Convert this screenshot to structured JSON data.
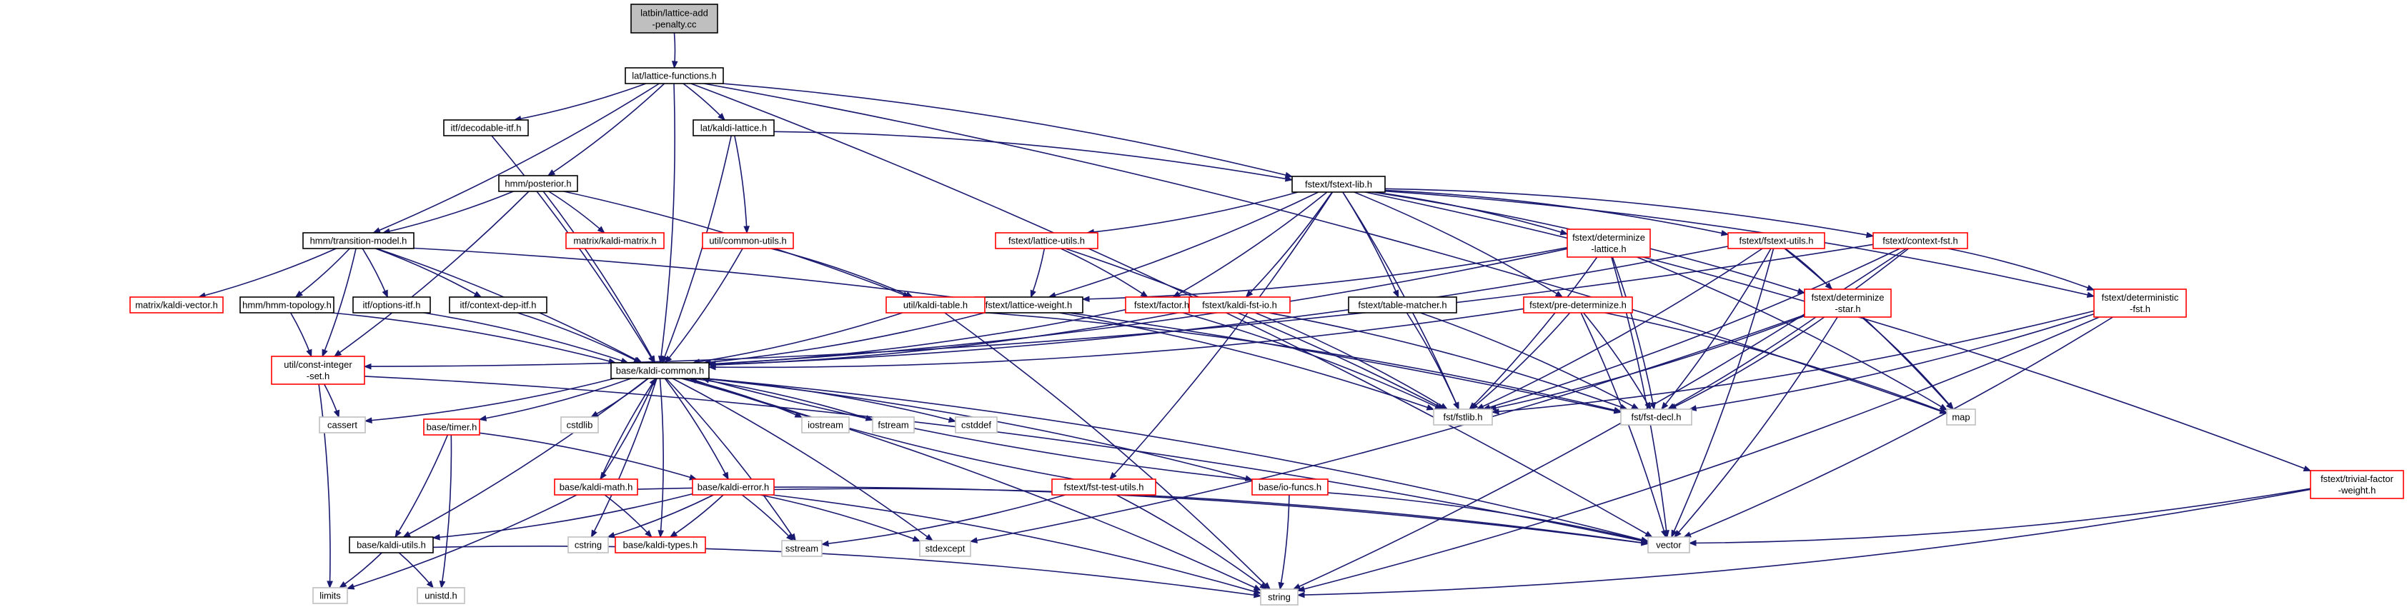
{
  "graph": {
    "colors": {
      "edge": "#191970",
      "root_fill": "#bfbfbf",
      "root_stroke": "#000000",
      "normal_stroke": "#000000",
      "truncated_stroke": "#ff0000",
      "system_stroke": "#bfbfbf",
      "node_fill": "#ffffff"
    },
    "nodes": [
      {
        "id": "root",
        "lines": [
          "latbin/lattice-add",
          "-penalty.cc"
        ],
        "kind": "root"
      },
      {
        "id": "lf",
        "lines": [
          "lat/lattice-functions.h"
        ],
        "kind": "normal"
      },
      {
        "id": "decitf",
        "lines": [
          "itf/decodable-itf.h"
        ],
        "kind": "normal"
      },
      {
        "id": "kaldilattice",
        "lines": [
          "lat/kaldi-lattice.h"
        ],
        "kind": "normal"
      },
      {
        "id": "fstextlib",
        "lines": [
          "fstext/fstext-lib.h"
        ],
        "kind": "normal"
      },
      {
        "id": "posterior",
        "lines": [
          "hmm/posterior.h"
        ],
        "kind": "normal"
      },
      {
        "id": "kmatrix",
        "lines": [
          "matrix/kaldi-matrix.h"
        ],
        "kind": "truncated"
      },
      {
        "id": "commonutils",
        "lines": [
          "util/common-utils.h"
        ],
        "kind": "truncated"
      },
      {
        "id": "transmodel",
        "lines": [
          "hmm/transition-model.h"
        ],
        "kind": "normal"
      },
      {
        "id": "latutils",
        "lines": [
          "fstext/lattice-utils.h"
        ],
        "kind": "truncated"
      },
      {
        "id": "detlattice",
        "lines": [
          "fstext/determinize",
          "-lattice.h"
        ],
        "kind": "truncated"
      },
      {
        "id": "fstextutils",
        "lines": [
          "fstext/fstext-utils.h"
        ],
        "kind": "truncated"
      },
      {
        "id": "contextfst",
        "lines": [
          "fstext/context-fst.h"
        ],
        "kind": "truncated"
      },
      {
        "id": "kvector",
        "lines": [
          "matrix/kaldi-vector.h"
        ],
        "kind": "truncated"
      },
      {
        "id": "topology",
        "lines": [
          "hmm/hmm-topology.h"
        ],
        "kind": "normal"
      },
      {
        "id": "optionsitf",
        "lines": [
          "itf/options-itf.h"
        ],
        "kind": "normal"
      },
      {
        "id": "ctxdepitf",
        "lines": [
          "itf/context-dep-itf.h"
        ],
        "kind": "normal"
      },
      {
        "id": "latweight",
        "lines": [
          "fstext/lattice-weight.h"
        ],
        "kind": "normal"
      },
      {
        "id": "kalditable",
        "lines": [
          "util/kaldi-table.h"
        ],
        "kind": "truncated"
      },
      {
        "id": "factor",
        "lines": [
          "fstext/factor.h"
        ],
        "kind": "truncated"
      },
      {
        "id": "fstio",
        "lines": [
          "fstext/kaldi-fst-io.h"
        ],
        "kind": "truncated"
      },
      {
        "id": "tablematcher",
        "lines": [
          "fstext/table-matcher.h"
        ],
        "kind": "normal"
      },
      {
        "id": "predet",
        "lines": [
          "fstext/pre-determinize.h"
        ],
        "kind": "truncated"
      },
      {
        "id": "detstar",
        "lines": [
          "fstext/determinize",
          "-star.h"
        ],
        "kind": "truncated"
      },
      {
        "id": "deterministic",
        "lines": [
          "fstext/deterministic",
          "-fst.h"
        ],
        "kind": "truncated"
      },
      {
        "id": "constint",
        "lines": [
          "util/const-integer",
          "-set.h"
        ],
        "kind": "truncated"
      },
      {
        "id": "kcommon",
        "lines": [
          "base/kaldi-common.h"
        ],
        "kind": "normal"
      },
      {
        "id": "fstlib",
        "lines": [
          "fst/fstlib.h"
        ],
        "kind": "system"
      },
      {
        "id": "fstdecl",
        "lines": [
          "fst/fst-decl.h"
        ],
        "kind": "system"
      },
      {
        "id": "map",
        "lines": [
          "map"
        ],
        "kind": "system"
      },
      {
        "id": "cassert",
        "lines": [
          "cassert"
        ],
        "kind": "system"
      },
      {
        "id": "cstdlib",
        "lines": [
          "cstdlib"
        ],
        "kind": "system"
      },
      {
        "id": "timer",
        "lines": [
          "base/timer.h"
        ],
        "kind": "truncated"
      },
      {
        "id": "iostream",
        "lines": [
          "iostream"
        ],
        "kind": "system"
      },
      {
        "id": "fstream",
        "lines": [
          "fstream"
        ],
        "kind": "system"
      },
      {
        "id": "cstddef",
        "lines": [
          "cstddef"
        ],
        "kind": "system"
      },
      {
        "id": "kmath",
        "lines": [
          "base/kaldi-math.h"
        ],
        "kind": "truncated"
      },
      {
        "id": "kerror",
        "lines": [
          "base/kaldi-error.h"
        ],
        "kind": "truncated"
      },
      {
        "id": "fsttest",
        "lines": [
          "fstext/fst-test-utils.h"
        ],
        "kind": "truncated"
      },
      {
        "id": "iofuncs",
        "lines": [
          "base/io-funcs.h"
        ],
        "kind": "truncated"
      },
      {
        "id": "trivial",
        "lines": [
          "fstext/trivial-factor",
          "-weight.h"
        ],
        "kind": "truncated"
      },
      {
        "id": "kutils",
        "lines": [
          "base/kaldi-utils.h"
        ],
        "kind": "normal"
      },
      {
        "id": "cstring",
        "lines": [
          "cstring"
        ],
        "kind": "system"
      },
      {
        "id": "ktypes",
        "lines": [
          "base/kaldi-types.h"
        ],
        "kind": "truncated"
      },
      {
        "id": "sstream",
        "lines": [
          "sstream"
        ],
        "kind": "system"
      },
      {
        "id": "stdexcept",
        "lines": [
          "stdexcept"
        ],
        "kind": "system"
      },
      {
        "id": "vector",
        "lines": [
          "vector"
        ],
        "kind": "system"
      },
      {
        "id": "limits",
        "lines": [
          "limits"
        ],
        "kind": "system"
      },
      {
        "id": "unistd",
        "lines": [
          "unistd.h"
        ],
        "kind": "system"
      },
      {
        "id": "string",
        "lines": [
          "string"
        ],
        "kind": "system"
      }
    ],
    "edges": [
      [
        "root",
        "lf"
      ],
      [
        "lf",
        "decitf"
      ],
      [
        "lf",
        "kaldilattice"
      ],
      [
        "lf",
        "fstextlib"
      ],
      [
        "lf",
        "posterior"
      ],
      [
        "lf",
        "transmodel"
      ],
      [
        "lf",
        "kcommon"
      ],
      [
        "lf",
        "map"
      ],
      [
        "lf",
        "vector"
      ],
      [
        "decitf",
        "kcommon"
      ],
      [
        "kaldilattice",
        "fstextlib"
      ],
      [
        "kaldilattice",
        "commonutils"
      ],
      [
        "kaldilattice",
        "kcommon"
      ],
      [
        "posterior",
        "kmatrix"
      ],
      [
        "posterior",
        "transmodel"
      ],
      [
        "posterior",
        "kalditable"
      ],
      [
        "posterior",
        "constint"
      ],
      [
        "posterior",
        "kcommon"
      ],
      [
        "commonutils",
        "kalditable"
      ],
      [
        "commonutils",
        "kcommon"
      ],
      [
        "transmodel",
        "kvector"
      ],
      [
        "transmodel",
        "topology"
      ],
      [
        "transmodel",
        "optionsitf"
      ],
      [
        "transmodel",
        "ctxdepitf"
      ],
      [
        "transmodel",
        "constint"
      ],
      [
        "transmodel",
        "fstdecl"
      ],
      [
        "transmodel",
        "kcommon"
      ],
      [
        "topology",
        "constint"
      ],
      [
        "topology",
        "kcommon"
      ],
      [
        "optionsitf",
        "kcommon"
      ],
      [
        "ctxdepitf",
        "kcommon"
      ],
      [
        "fstextlib",
        "latutils"
      ],
      [
        "fstextlib",
        "detlattice"
      ],
      [
        "fstextlib",
        "fstextutils"
      ],
      [
        "fstextlib",
        "contextfst"
      ],
      [
        "fstextlib",
        "latweight"
      ],
      [
        "fstextlib",
        "factor"
      ],
      [
        "fstextlib",
        "fstio"
      ],
      [
        "fstextlib",
        "tablematcher"
      ],
      [
        "fstextlib",
        "predet"
      ],
      [
        "fstextlib",
        "detstar"
      ],
      [
        "fstextlib",
        "deterministic"
      ],
      [
        "fstextlib",
        "trivial"
      ],
      [
        "fstextlib",
        "fstlib"
      ],
      [
        "fstextlib",
        "fsttest"
      ],
      [
        "latutils",
        "latweight"
      ],
      [
        "latutils",
        "factor"
      ],
      [
        "latutils",
        "fstlib"
      ],
      [
        "detlattice",
        "latweight"
      ],
      [
        "detlattice",
        "fstlib"
      ],
      [
        "detlattice",
        "fstdecl"
      ],
      [
        "detlattice",
        "kcommon"
      ],
      [
        "detlattice",
        "vector"
      ],
      [
        "detlattice",
        "map"
      ],
      [
        "fstextutils",
        "detstar"
      ],
      [
        "fstextutils",
        "fstlib"
      ],
      [
        "fstextutils",
        "fstdecl"
      ],
      [
        "fstextutils",
        "vector"
      ],
      [
        "fstextutils",
        "map"
      ],
      [
        "fstextutils",
        "kcommon"
      ],
      [
        "contextfst",
        "deterministic"
      ],
      [
        "contextfst",
        "fstlib"
      ],
      [
        "contextfst",
        "fstdecl"
      ],
      [
        "contextfst",
        "constint"
      ],
      [
        "contextfst",
        "string"
      ],
      [
        "latweight",
        "kcommon"
      ],
      [
        "latweight",
        "fstlib"
      ],
      [
        "kalditable",
        "kcommon"
      ],
      [
        "kalditable",
        "fstdecl"
      ],
      [
        "kalditable",
        "string"
      ],
      [
        "factor",
        "fstlib"
      ],
      [
        "factor",
        "kcommon"
      ],
      [
        "fstio",
        "fstlib"
      ],
      [
        "fstio",
        "fstdecl"
      ],
      [
        "fstio",
        "kcommon"
      ],
      [
        "tablematcher",
        "fstlib"
      ],
      [
        "tablematcher",
        "fstdecl"
      ],
      [
        "predet",
        "fstlib"
      ],
      [
        "predet",
        "fstdecl"
      ],
      [
        "predet",
        "map"
      ],
      [
        "predet",
        "vector"
      ],
      [
        "predet",
        "kcommon"
      ],
      [
        "detstar",
        "fstlib"
      ],
      [
        "detstar",
        "fstdecl"
      ],
      [
        "detstar",
        "map"
      ],
      [
        "detstar",
        "vector"
      ],
      [
        "detstar",
        "stdexcept"
      ],
      [
        "deterministic",
        "fstlib"
      ],
      [
        "deterministic",
        "fstdecl"
      ],
      [
        "deterministic",
        "vector"
      ],
      [
        "deterministic",
        "string"
      ],
      [
        "trivial",
        "vector"
      ],
      [
        "trivial",
        "string"
      ],
      [
        "constint",
        "cassert"
      ],
      [
        "constint",
        "limits"
      ],
      [
        "constint",
        "vector"
      ],
      [
        "kcommon",
        "cassert"
      ],
      [
        "kcommon",
        "cstdlib"
      ],
      [
        "kcommon",
        "timer"
      ],
      [
        "kcommon",
        "iostream"
      ],
      [
        "kcommon",
        "fstream"
      ],
      [
        "kcommon",
        "cstddef"
      ],
      [
        "kcommon",
        "kmath"
      ],
      [
        "kcommon",
        "kerror"
      ],
      [
        "kcommon",
        "iofuncs"
      ],
      [
        "kcommon",
        "kutils"
      ],
      [
        "kcommon",
        "ktypes"
      ],
      [
        "kcommon",
        "cstring"
      ],
      [
        "kcommon",
        "sstream"
      ],
      [
        "kcommon",
        "stdexcept"
      ],
      [
        "kcommon",
        "vector"
      ],
      [
        "kcommon",
        "string"
      ],
      [
        "kmath",
        "kcommon"
      ],
      [
        "kmath",
        "ktypes"
      ],
      [
        "kmath",
        "limits"
      ],
      [
        "kmath",
        "vector"
      ],
      [
        "timer",
        "kutils"
      ],
      [
        "timer",
        "kerror"
      ],
      [
        "timer",
        "unistd"
      ],
      [
        "kerror",
        "ktypes"
      ],
      [
        "kerror",
        "kutils"
      ],
      [
        "kerror",
        "cstring"
      ],
      [
        "kerror",
        "sstream"
      ],
      [
        "kerror",
        "stdexcept"
      ],
      [
        "kerror",
        "vector"
      ],
      [
        "kerror",
        "string"
      ],
      [
        "iofuncs",
        "kcommon"
      ],
      [
        "iofuncs",
        "vector"
      ],
      [
        "iofuncs",
        "string"
      ],
      [
        "fsttest",
        "kcommon"
      ],
      [
        "fsttest",
        "sstream"
      ],
      [
        "fsttest",
        "string"
      ],
      [
        "kutils",
        "limits"
      ],
      [
        "kutils",
        "unistd"
      ],
      [
        "kutils",
        "string"
      ]
    ]
  }
}
